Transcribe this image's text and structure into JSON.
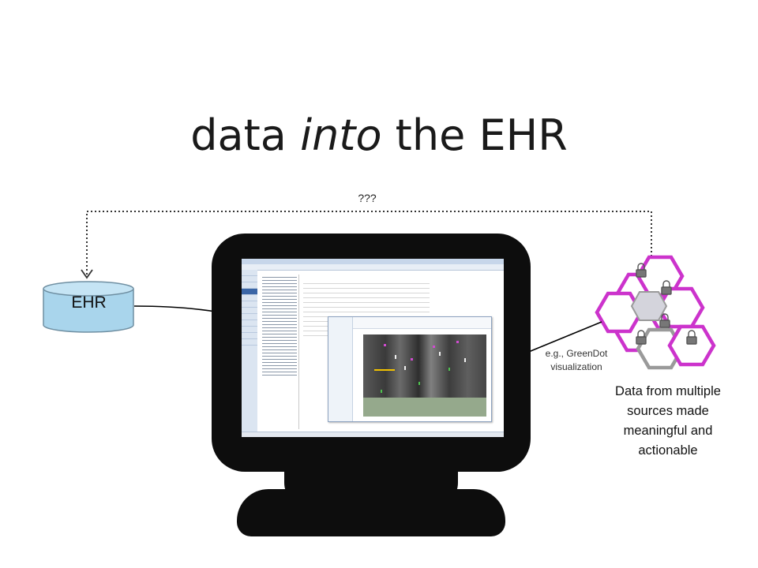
{
  "slide": {
    "title_part1": "data ",
    "title_part2": "into",
    "title_part3": " the EHR",
    "question_marks": "???",
    "ehr_label": "EHR",
    "greendot_caption": "e.g., GreenDot visualization",
    "data_caption": "Data from multiple sources made meaningful and actionable"
  },
  "colors": {
    "ehr_cylinder_fill": "#a9d5ec",
    "hex_active_outline": "#cc33cc",
    "hex_inactive_outline": "#9a9a9a",
    "monitor": "#0d0d0d"
  },
  "icons": {
    "lock": "padlock-icon",
    "hex_grid": "hexagon-cluster-icon"
  }
}
